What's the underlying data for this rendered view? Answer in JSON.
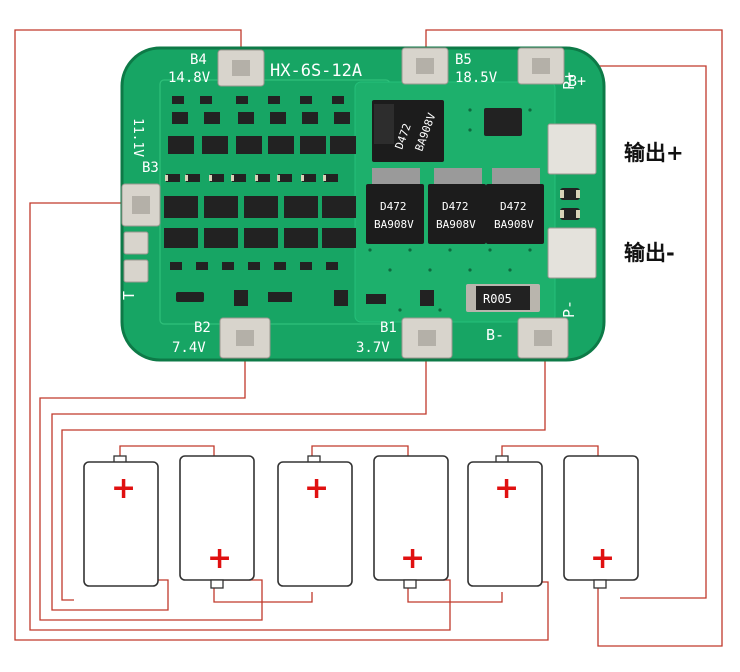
{
  "board": {
    "model": "HX-6S-12A",
    "pads": {
      "b4": "B4",
      "b4_voltage": "14.8V",
      "b5": "B5",
      "b5_voltage": "18.5V",
      "b3": "B3",
      "b3_voltage": "11.1V",
      "b2": "B2",
      "b2_voltage": "7.4V",
      "b1": "B1",
      "b1_voltage": "3.7V",
      "b_plus": "B+",
      "b_minus": "B-",
      "p_plus": "P+",
      "p_minus": "P-",
      "t": "T"
    },
    "chips": {
      "regulator_top": "D472",
      "regulator_bottom": "BA908V",
      "mosfet_top": [
        "D472",
        "D472",
        "D472"
      ],
      "mosfet_bottom": [
        "BA908V",
        "BA908V",
        "BA908V"
      ],
      "resistor": "R005"
    }
  },
  "labels": {
    "output_plus": "输出+",
    "output_minus": "输出-"
  },
  "battery_plus_symbol": "+",
  "colors": {
    "pcb": "#17a564",
    "pcb_edge": "#0d7a47",
    "pad": "#d8d4cc",
    "wire": "#c0392b",
    "plus_sign": "#e01010"
  }
}
